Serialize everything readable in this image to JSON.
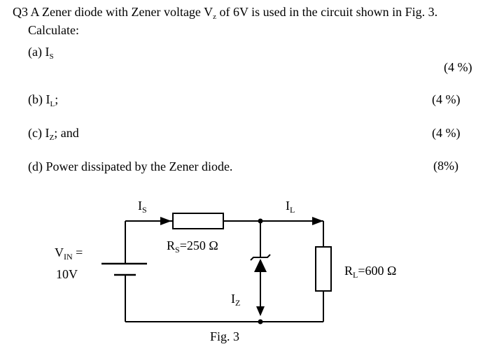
{
  "question": {
    "line1_prefix": "Q3 A Zener diode with Zener voltage V",
    "line1_sub": "z",
    "line1_suffix": " of 6V is used in the circuit shown in Fig. 3.",
    "calculate": "Calculate:"
  },
  "parts": [
    {
      "label": "(a) I",
      "sub": "S",
      "tail": "",
      "marks": "(4 %)"
    },
    {
      "label": "(b) I",
      "sub": "L",
      "tail": ";",
      "marks": "(4 %)"
    },
    {
      "label": "(c) I",
      "sub": "Z",
      "tail": "; and",
      "marks": "(4 %)"
    },
    {
      "label": "(d)",
      "sub": "",
      "tail": " Power dissipated by the Zener diode.",
      "marks": "(8%)"
    }
  ],
  "circuit": {
    "is_label": {
      "main": "I",
      "sub": "S"
    },
    "il_label": {
      "main": "I",
      "sub": "L"
    },
    "iz_label": {
      "main": "I",
      "sub": "Z"
    },
    "vin_line1": {
      "main": "V",
      "sub": "IN",
      "tail": " ="
    },
    "vin_line2": "10V",
    "rs_label": {
      "main": "R",
      "sub": "S",
      "tail": "=250 Ω"
    },
    "rl_label": {
      "main": "R",
      "sub": "L",
      "tail": "=600 Ω"
    },
    "caption": "Fig. 3"
  }
}
